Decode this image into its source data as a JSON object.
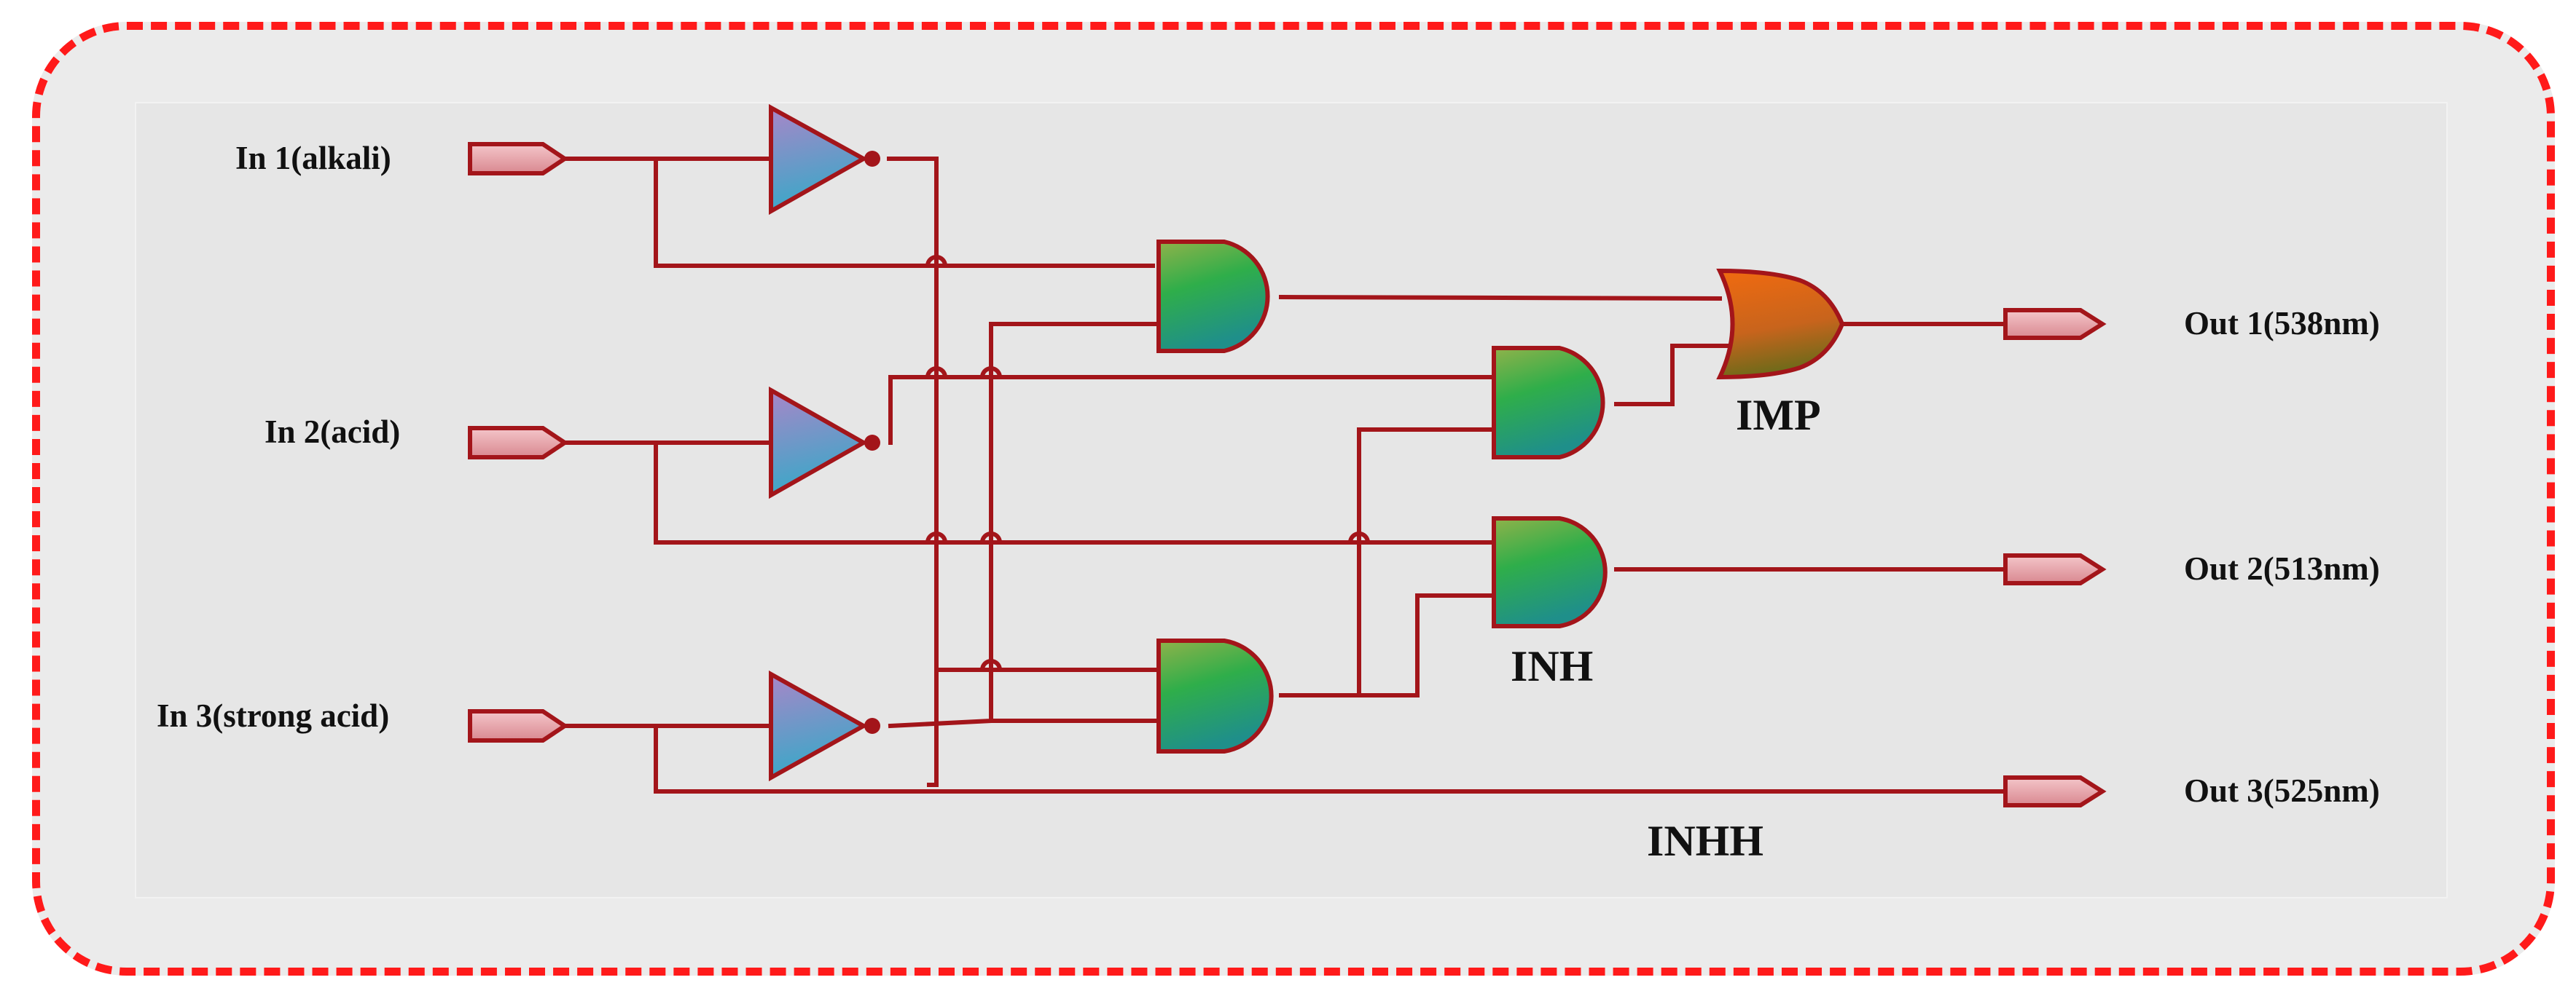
{
  "inputs": [
    {
      "label": "In 1(alkali)"
    },
    {
      "label": "In 2(acid)"
    },
    {
      "label": "In 3(strong acid)"
    }
  ],
  "outputs": [
    {
      "label": "Out 1(538nm)"
    },
    {
      "label": "Out 2(513nm)"
    },
    {
      "label": "Out 3(525nm)"
    }
  ],
  "gate_labels": {
    "imp": "IMP",
    "inh": "INH",
    "inhh": "INHH"
  },
  "colors": {
    "frame_border": "#ff1a1a",
    "wire": "#a3151a",
    "and_gate": "#28a745",
    "or_gate": "#d9600f",
    "not_gate": "#6a9fd0",
    "io_port": "#e8a8ad"
  }
}
